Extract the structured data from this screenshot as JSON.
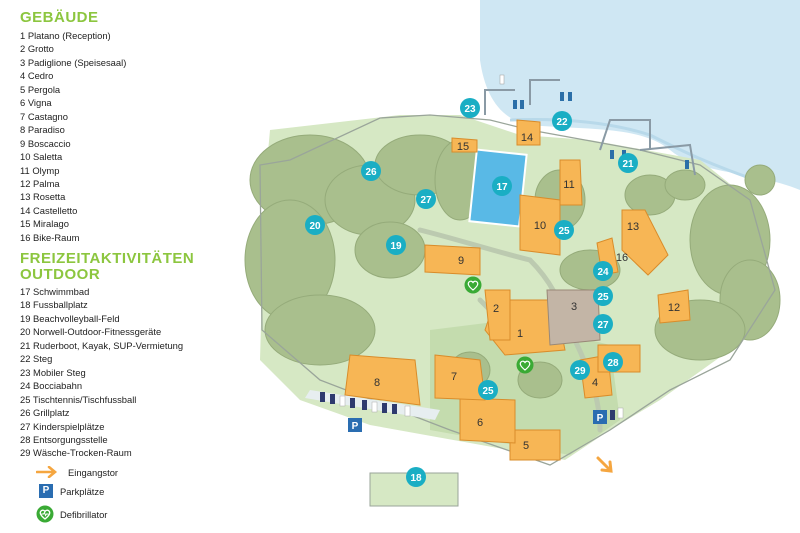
{
  "legend": {
    "buildings_title": "GEBÄUDE",
    "buildings": [
      "1 Platano (Reception)",
      "2 Grotto",
      "3 Padiglione (Speisesaal)",
      "4 Cedro",
      "5 Pergola",
      "6 Vigna",
      "7 Castagno",
      "8 Paradiso",
      "9 Boscaccio",
      "10 Saletta",
      "11 Olymp",
      "12 Palma",
      "13 Rosetta",
      "14 Castelletto",
      "15 Miralago",
      "16 Bike-Raum"
    ],
    "outdoor_title_1": "FREIZEITAKTIVITÄTEN",
    "outdoor_title_2": "OUTDOOR",
    "outdoor": [
      "17 Schwimmbad",
      "18 Fussballplatz",
      "19 Beachvolleyball-Feld",
      "20 Norwell-Outdoor-Fitnessgeräte",
      "21 Ruderboot, Kayak, SUP-Vermietung",
      "22 Steg",
      "23 Mobiler Steg",
      "24 Bocciabahn",
      "25 Tischtennis/Tischfussball",
      "26 Grillplatz",
      "27 Kinderspielplätze",
      "28 Entsorgungsstelle",
      "29 Wäsche-Trocken-Raum"
    ],
    "symbols": {
      "entrance": "Eingangstor",
      "parking": "Parkplätze",
      "parking_letter": "P",
      "defib": "Defibrillator"
    }
  },
  "map": {
    "colors": {
      "accent": "#8cc63f",
      "building": "#f7b655",
      "building_edge": "#d98c2a",
      "marker": "#1aaec4",
      "lake": "#cfe7f3",
      "grass": "#d6e8c4",
      "trees": "#a9bf8d",
      "pool": "#59b9e6",
      "defib": "#3aaa35",
      "gate": "#f5a640",
      "parking": "#2a6db1"
    },
    "buildings": [
      {
        "id": "b1",
        "label": "1"
      },
      {
        "id": "b2",
        "label": "2"
      },
      {
        "id": "b3",
        "label": "3"
      },
      {
        "id": "b4",
        "label": "4"
      },
      {
        "id": "b5",
        "label": "5"
      },
      {
        "id": "b6",
        "label": "6"
      },
      {
        "id": "b7",
        "label": "7"
      },
      {
        "id": "b8",
        "label": "8"
      },
      {
        "id": "b9",
        "label": "9"
      },
      {
        "id": "b10",
        "label": "10"
      },
      {
        "id": "b11",
        "label": "11"
      },
      {
        "id": "b12",
        "label": "12"
      },
      {
        "id": "b13",
        "label": "13"
      },
      {
        "id": "b14",
        "label": "14"
      },
      {
        "id": "b15",
        "label": "15"
      },
      {
        "id": "b16",
        "label": "16"
      }
    ],
    "markers": [
      "17",
      "18",
      "19",
      "20",
      "21",
      "22",
      "23",
      "24",
      "25",
      "25",
      "25",
      "26",
      "27",
      "27",
      "28",
      "29"
    ],
    "parking_letter": "P"
  }
}
